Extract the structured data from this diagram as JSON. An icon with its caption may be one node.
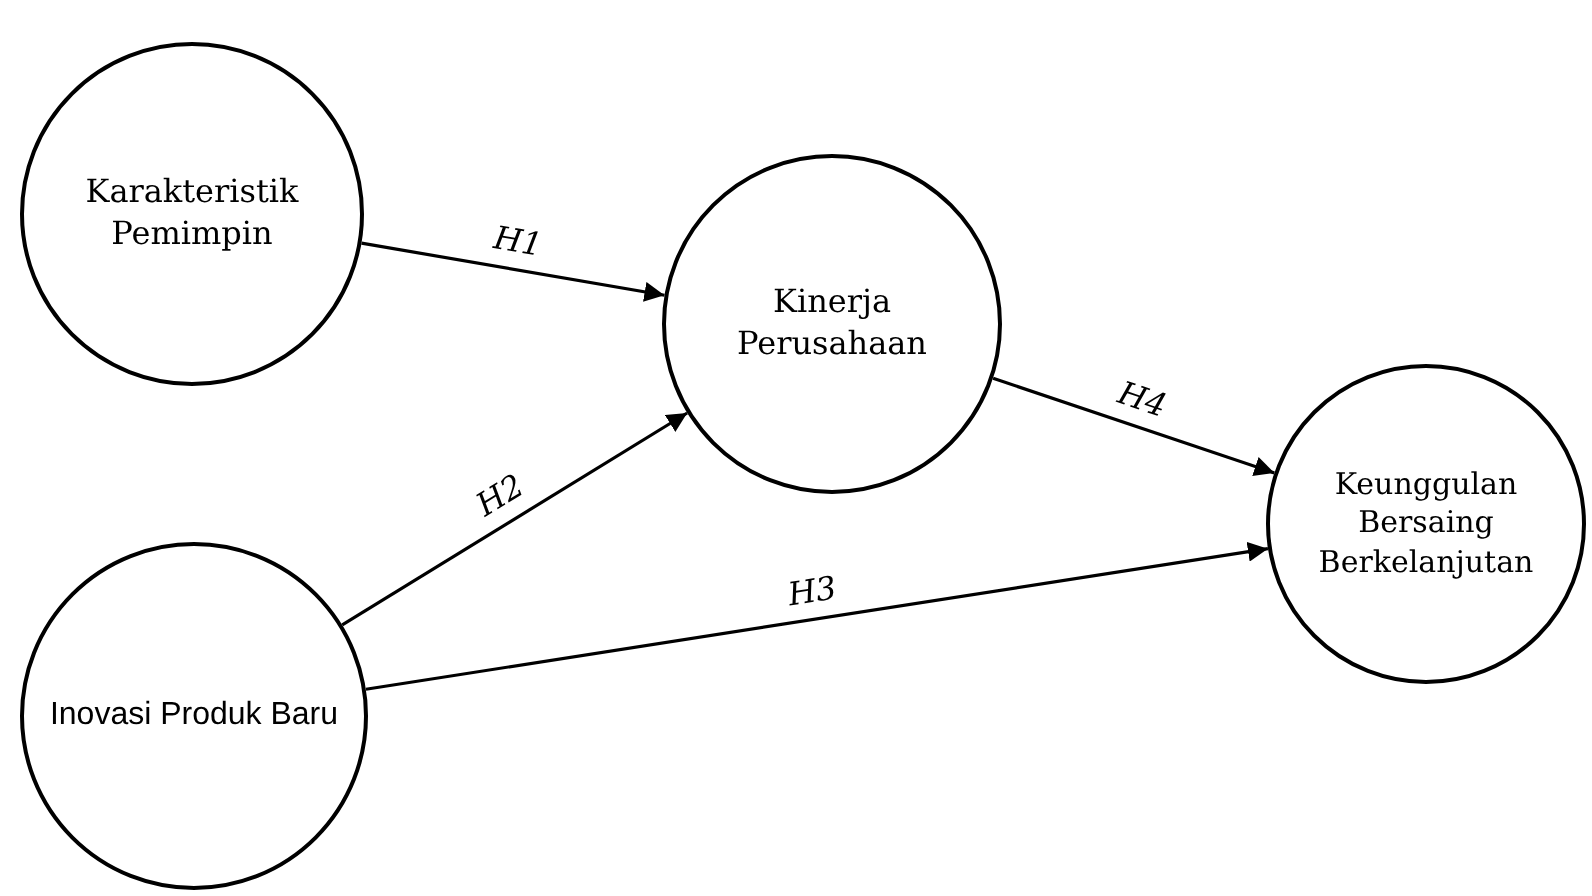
{
  "diagram": {
    "nodes": [
      {
        "text": [
          "Karakteristik Pemimpin"
        ]
      },
      {
        "text": [
          "Kinerja Perusahaan"
        ]
      },
      {
        "text": [
          "Inovasi Produk Baru"
        ]
      },
      {
        "text": [
          "Keunggulan Bersaing Berkelanjutan"
        ]
      }
    ],
    "edges": [
      {
        "from": 0,
        "to": 1,
        "arrow": "to",
        "label": "H1"
      },
      {
        "from": 2,
        "to": 1,
        "arrow": "to",
        "label": "H2"
      },
      {
        "from": 2,
        "to": 3,
        "arrow": "to",
        "label": "H3"
      },
      {
        "from": 1,
        "to": 3,
        "arrow": "to",
        "label": "H4"
      }
    ]
  }
}
